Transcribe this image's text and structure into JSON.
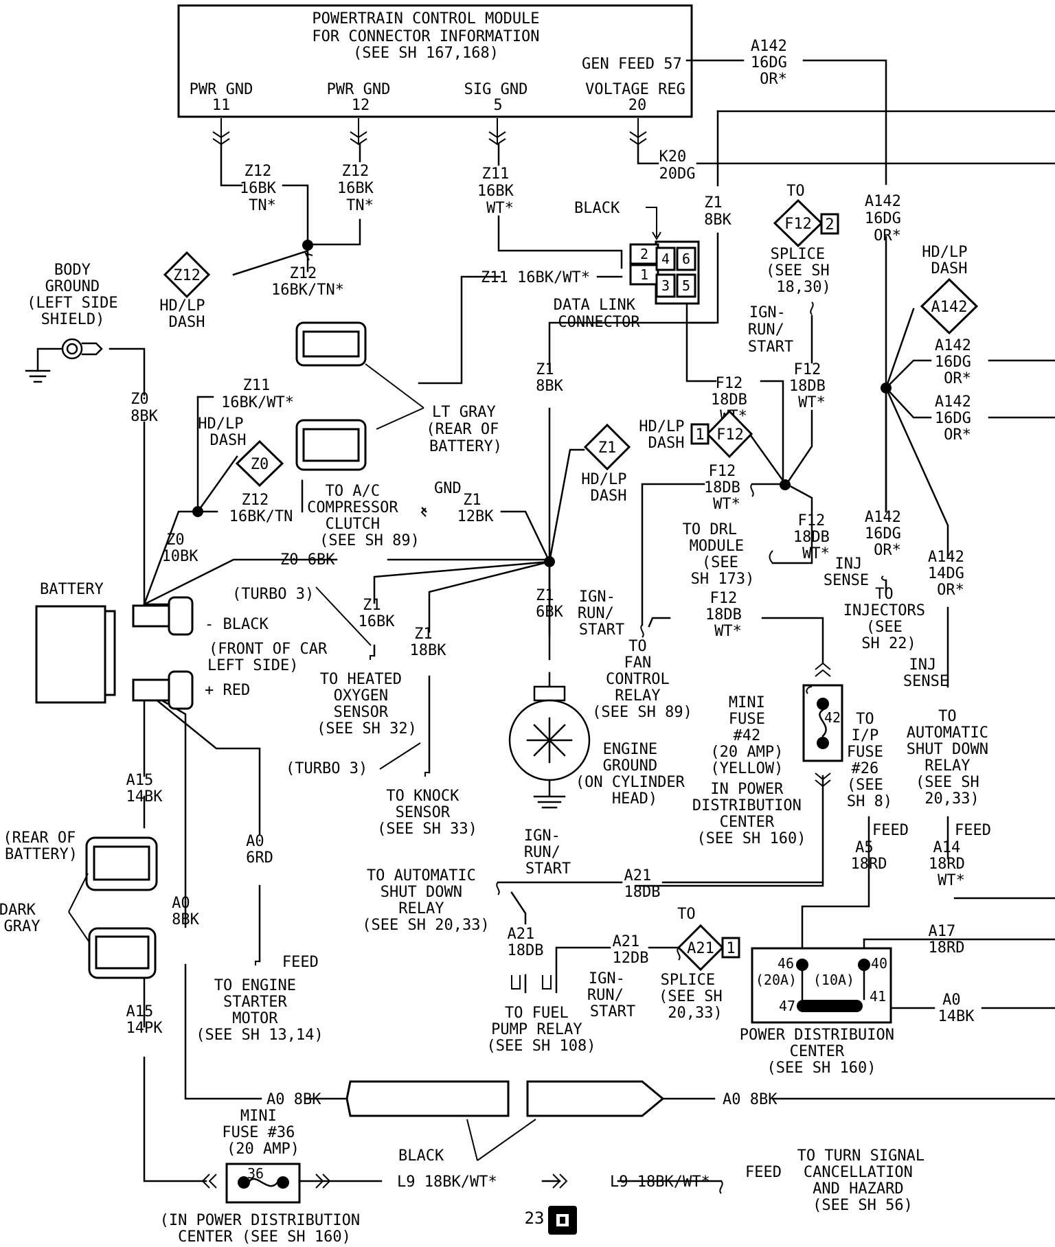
{
  "pcm": {
    "title1": "POWERTRAIN CONTROL MODULE",
    "title2": "FOR CONNECTOR INFORMATION",
    "title3": "(SEE SH 167,168)",
    "pin1_name": "PWR GND",
    "pin1_num": "11",
    "pin2_name": "PWR GND",
    "pin2_num": "12",
    "pin3_name": "SIG GND",
    "pin3_num": "5",
    "pin4_name": "VOLTAGE REG",
    "pin4_num": "20",
    "gen_feed": "GEN FEED 57"
  },
  "wires": {
    "a142_top": [
      "A142",
      "16DG",
      "OR*"
    ],
    "z12_left": [
      "Z12",
      "16BK",
      "TN*"
    ],
    "z12_mid": [
      "Z12",
      "16BK",
      "TN*"
    ],
    "z11_top": [
      "Z11",
      "16BK",
      "WT*"
    ],
    "k20": [
      "K20",
      "20DG"
    ],
    "z1_dlc": [
      "Z1",
      "8BK"
    ],
    "a142_right": [
      "A142",
      "16DG",
      "OR*"
    ],
    "z12_splice": [
      "Z12",
      "16BK/TN*"
    ],
    "z11_dlc": "Z11 16BK/WT*",
    "z0_8bk": [
      "Z0",
      "8BK"
    ],
    "z11_left": [
      "Z11",
      "16BK/WT*"
    ],
    "z12_tn": [
      "Z12",
      "16BK/TN"
    ],
    "z0_10bk": [
      "Z0",
      "10BK"
    ],
    "z0_6bk": "Z0 6BK",
    "z1_8bk": [
      "Z1",
      "8BK"
    ],
    "z1_12bk": [
      "Z1",
      "12BK"
    ],
    "z1_16bk": [
      "Z1",
      "16BK"
    ],
    "z1_18bk": [
      "Z1",
      "18BK"
    ],
    "z1_6bk": [
      "Z1",
      "6BK"
    ],
    "f12_a": [
      "F12",
      "18DB",
      "WT*"
    ],
    "f12_b": [
      "F12",
      "18DB",
      "WT*"
    ],
    "f12_c": [
      "F12",
      "18DB",
      "WT*"
    ],
    "f12_d": [
      "F12",
      "18DB",
      "WT*"
    ],
    "f12_e": [
      "F12",
      "18DB",
      "WT*"
    ],
    "a142_c": [
      "A142",
      "16DG",
      "OR*"
    ],
    "a142_d": [
      "A142",
      "16DG",
      "OR*"
    ],
    "a142_e": [
      "A142",
      "16DG",
      "OR*"
    ],
    "a142_f": [
      "A142",
      "14DG",
      "OR*"
    ],
    "a15_top": [
      "A15",
      "14BK"
    ],
    "a15_bot": [
      "A15",
      "14PK"
    ],
    "a0_8bk": [
      "A0",
      "8BK"
    ],
    "a0_6rd": [
      "A0",
      "6RD"
    ],
    "a21_18db": [
      "A21",
      "18DB"
    ],
    "a21_b": [
      "A21",
      "18DB"
    ],
    "a21_12db": [
      "A21",
      "12DB"
    ],
    "a5": [
      "A5",
      "18RD"
    ],
    "a14": [
      "A14",
      "18RD",
      "WT*"
    ],
    "a17": [
      "A17",
      "18RD"
    ],
    "a0_14bk": [
      "A0",
      "14BK"
    ],
    "a0_bottom_left": "A0 8BK",
    "a0_bottom_right": "A0 8BK",
    "l9_left": "L9 18BK/WT*",
    "l9_right": "L9 18BK/WT*"
  },
  "labels": {
    "body_ground": [
      "BODY",
      "GROUND",
      "(LEFT SIDE",
      "SHIELD)"
    ],
    "hdlp_z12": [
      "HD/LP",
      "DASH"
    ],
    "hdlp_z0": [
      "HD/LP",
      "DASH"
    ],
    "hdlp_z1": [
      "HD/LP",
      "DASH"
    ],
    "hdlp_f12": [
      "HD/LP",
      "DASH"
    ],
    "hdlp_a142": [
      "HD/LP",
      "DASH"
    ],
    "black_dlc": "BLACK",
    "dlc": [
      "DATA LINK",
      "CONNECTOR"
    ],
    "splice_f12": [
      "TO",
      "SPLICE",
      "(SEE SH",
      "18,30)"
    ],
    "ign_run_start_1": [
      "IGN-",
      "RUN/",
      "START"
    ],
    "lt_gray": [
      "LT GRAY",
      "(REAR OF",
      "BATTERY)"
    ],
    "ac_clutch": [
      "TO A/C",
      "COMPRESSOR",
      "CLUTCH",
      "(SEE SH 89)"
    ],
    "gnd": "GND",
    "battery": "BATTERY",
    "black_neg": "- BLACK",
    "front_of_car": [
      "(FRONT OF CAR",
      "LEFT SIDE)"
    ],
    "red_pos": "+ RED",
    "turbo_top": "(TURBO 3)",
    "heated_o2": [
      "TO HEATED",
      "OXYGEN",
      "SENSOR",
      "(SEE SH 32)"
    ],
    "turbo_bottom": "(TURBO 3)",
    "knock": [
      "TO KNOCK",
      "SENSOR",
      "(SEE SH 33)"
    ],
    "ign_run_start_2": [
      "IGN-",
      "RUN/",
      "START"
    ],
    "fan_relay": [
      "TO",
      "FAN",
      "CONTROL",
      "RELAY",
      "(SEE SH 89)"
    ],
    "drl": [
      "TO DRL",
      "MODULE",
      "(SEE",
      "SH 173)"
    ],
    "inj_sense_1": [
      "INJ",
      "SENSE"
    ],
    "injectors": [
      "TO",
      "INJECTORS",
      "(SEE",
      "SH 22)"
    ],
    "inj_sense_2": [
      "INJ",
      "SENSE"
    ],
    "asd_relay_right": [
      "TO",
      "AUTOMATIC",
      "SHUT DOWN",
      "RELAY",
      "(SEE SH",
      "20,33)"
    ],
    "feed_right": "FEED",
    "ip_fuse": [
      "TO",
      "I/P",
      "FUSE",
      "#26",
      "(SEE",
      "SH 8)"
    ],
    "feed_ip": "FEED",
    "engine_ground": [
      "ENGINE",
      "GROUND",
      "(ON CYLINDER",
      "HEAD)"
    ],
    "mini_fuse_42": [
      "MINI",
      "FUSE",
      "#42",
      "(20 AMP)",
      "(YELLOW)",
      "IN POWER",
      "DISTRIBUTION",
      "CENTER",
      "(SEE SH 160)"
    ],
    "fuse42_num": "42",
    "rear_of_battery": [
      "(REAR OF",
      "BATTERY)"
    ],
    "dark_gray": [
      "DARK",
      "GRAY"
    ],
    "ign_run_start_3": [
      "IGN-",
      "RUN/",
      "START"
    ],
    "asd_relay_bottom": [
      "TO AUTOMATIC",
      "SHUT DOWN",
      "RELAY",
      "(SEE SH 20,33)"
    ],
    "splice_a21": [
      "TO",
      "SPLICE",
      "(SEE SH",
      "20,33)"
    ],
    "ign_run_start_4": [
      "IGN-",
      "RUN/",
      "START"
    ],
    "fuel_pump": [
      "TO FUEL",
      "PUMP RELAY",
      "(SEE SH 108)"
    ],
    "starter": [
      "FEED",
      "TO ENGINE",
      "STARTER",
      "MOTOR",
      "(SEE SH 13,14)"
    ],
    "pdc": [
      "POWER DISTRIBUION",
      "CENTER",
      "(SEE SH 160)"
    ],
    "pdc_pins": [
      "46",
      "(20A)",
      "(10A)",
      "40",
      "47",
      "41"
    ],
    "mini_fuse_36": [
      "MINI",
      "FUSE #36",
      "(20 AMP)"
    ],
    "fuse36_num": "36",
    "in_pdc": [
      "(IN POWER DISTRIBUTION",
      "CENTER (SEE SH 160)"
    ],
    "black_bottom": "BLACK",
    "turn_signal": [
      "TO TURN SIGNAL",
      "CANCELLATION",
      "AND HAZARD",
      "(SEE SH 56)"
    ],
    "feed_turn": "FEED",
    "page_num": "23"
  },
  "diamonds": {
    "z12": "Z12",
    "z0": "Z0",
    "z1": "Z1",
    "f12_top": "F12",
    "f12_top_pin": "2",
    "f12_mid": "F12",
    "f12_mid_pin": "1",
    "a142": "A142",
    "a21": "A21",
    "a21_pin": "1"
  },
  "dlc_pins": [
    "2",
    "4",
    "6",
    "1",
    "3",
    "5"
  ]
}
